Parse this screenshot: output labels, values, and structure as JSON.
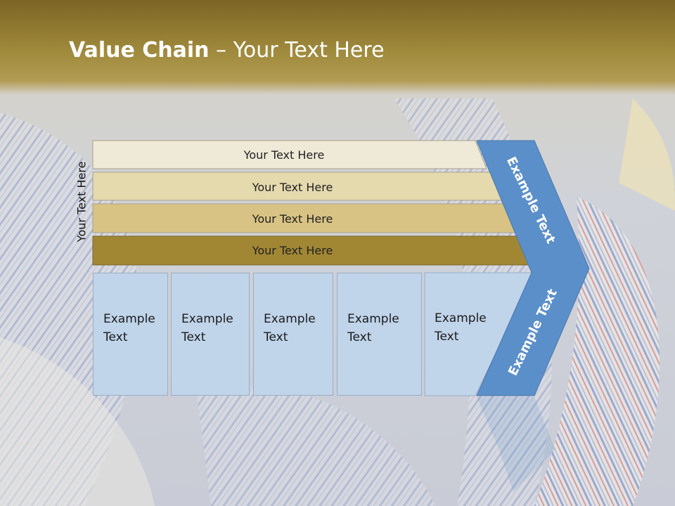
{
  "title": {
    "bold": "Value Chain",
    "rest": " – Your Text Here"
  },
  "side_label": "Your Text Here",
  "bars": [
    {
      "label": "Your Text Here",
      "color": "#efe9d7"
    },
    {
      "label": "Your Text Here",
      "color": "#e5d9ae"
    },
    {
      "label": "Your Text Here",
      "color": "#d8c384"
    },
    {
      "label": "Your Text Here",
      "color": "#a18734"
    }
  ],
  "cells": [
    {
      "line1": "Example",
      "line2": "Text"
    },
    {
      "line1": "Example",
      "line2": "Text"
    },
    {
      "line1": "Example",
      "line2": "Text"
    },
    {
      "line1": "Example",
      "line2": "Text"
    },
    {
      "line1": "Example",
      "line2": "Text"
    }
  ],
  "chevron": {
    "top_label": "Example Text",
    "bottom_label": "Example Text",
    "color": "#5b8fc9"
  }
}
